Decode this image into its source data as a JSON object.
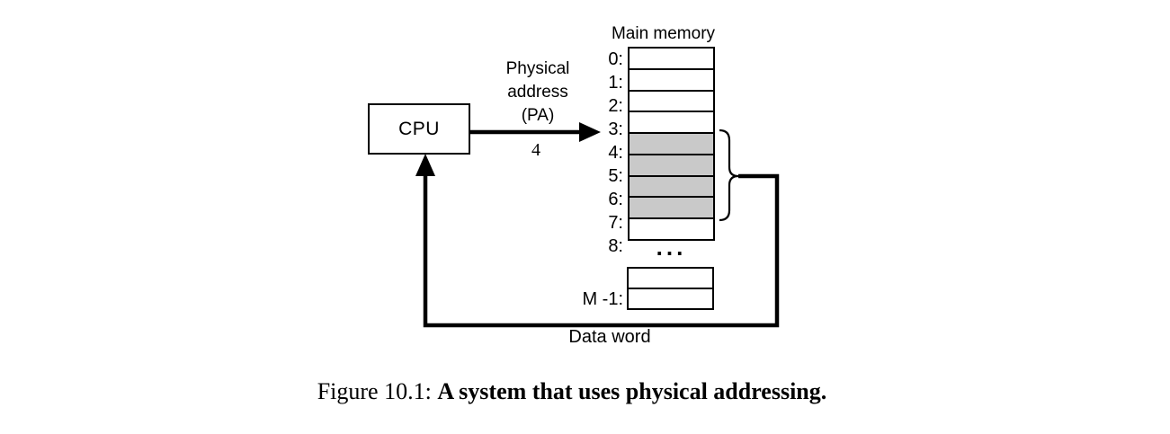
{
  "diagram": {
    "cpu": {
      "label": "CPU"
    },
    "pa": {
      "lines": [
        "Physical",
        "address",
        "(PA)"
      ],
      "value": "4"
    },
    "memory": {
      "title": "Main memory",
      "rows": [
        {
          "label": "0:",
          "shaded": false
        },
        {
          "label": "1:",
          "shaded": false
        },
        {
          "label": "2:",
          "shaded": false
        },
        {
          "label": "3:",
          "shaded": false
        },
        {
          "label": "4:",
          "shaded": true
        },
        {
          "label": "5:",
          "shaded": true
        },
        {
          "label": "6:",
          "shaded": true
        },
        {
          "label": "7:",
          "shaded": true
        },
        {
          "label": "8:",
          "shaded": false
        }
      ],
      "ellipsis": "...",
      "tail_rows": [
        {
          "label": "",
          "shaded": false
        },
        {
          "label": "M -1:",
          "shaded": false
        }
      ]
    },
    "data_word_label": "Data word",
    "colors": {
      "line": "#000000",
      "shaded_cell": "#c9c9c9",
      "background": "#ffffff"
    }
  },
  "caption": {
    "prefix": "Figure 10.1:",
    "title": "A system that uses physical addressing."
  }
}
